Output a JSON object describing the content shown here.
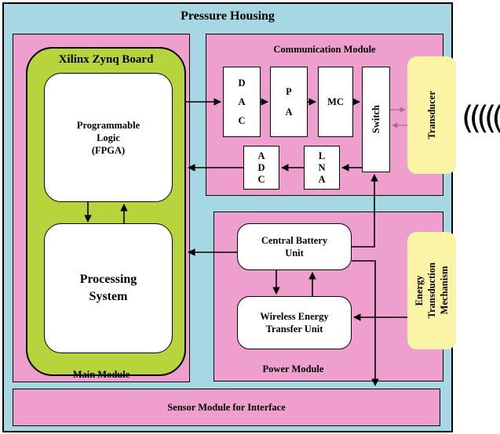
{
  "housing": {
    "title": "Pressure Housing"
  },
  "main_module": {
    "label": "Main Module",
    "board": {
      "title": "Xilinx Zynq Board",
      "pl_line1": "Programmable",
      "pl_line2": "Logic",
      "pl_line3": "(FPGA)",
      "ps_line1": "Processing",
      "ps_line2": "System"
    }
  },
  "communication_module": {
    "label": "Communication Module",
    "dac": [
      "D",
      "A",
      "C"
    ],
    "pa": [
      "P",
      "A"
    ],
    "mc": "MC",
    "switch": "Switch",
    "transducer": "Transducer",
    "adc": [
      "A",
      "D",
      "C"
    ],
    "lna": [
      "L",
      "N",
      "A"
    ],
    "wave_symbol": "((((("
  },
  "power_module": {
    "label": "Power Module",
    "battery_line1": "Central Battery",
    "battery_line2": "Unit",
    "wet_line1": "Wireless Energy",
    "wet_line2": "Transfer Unit",
    "etm_line1": "Energy",
    "etm_line2": "Transduction",
    "etm_line3": "Mechanism"
  },
  "sensor_module": {
    "label": "Sensor Module for Interface"
  },
  "colors": {
    "housing": "#a6d8e4",
    "module": "#ef9fcd",
    "board": "#b7d43c",
    "highlight": "#fbf3a6"
  }
}
